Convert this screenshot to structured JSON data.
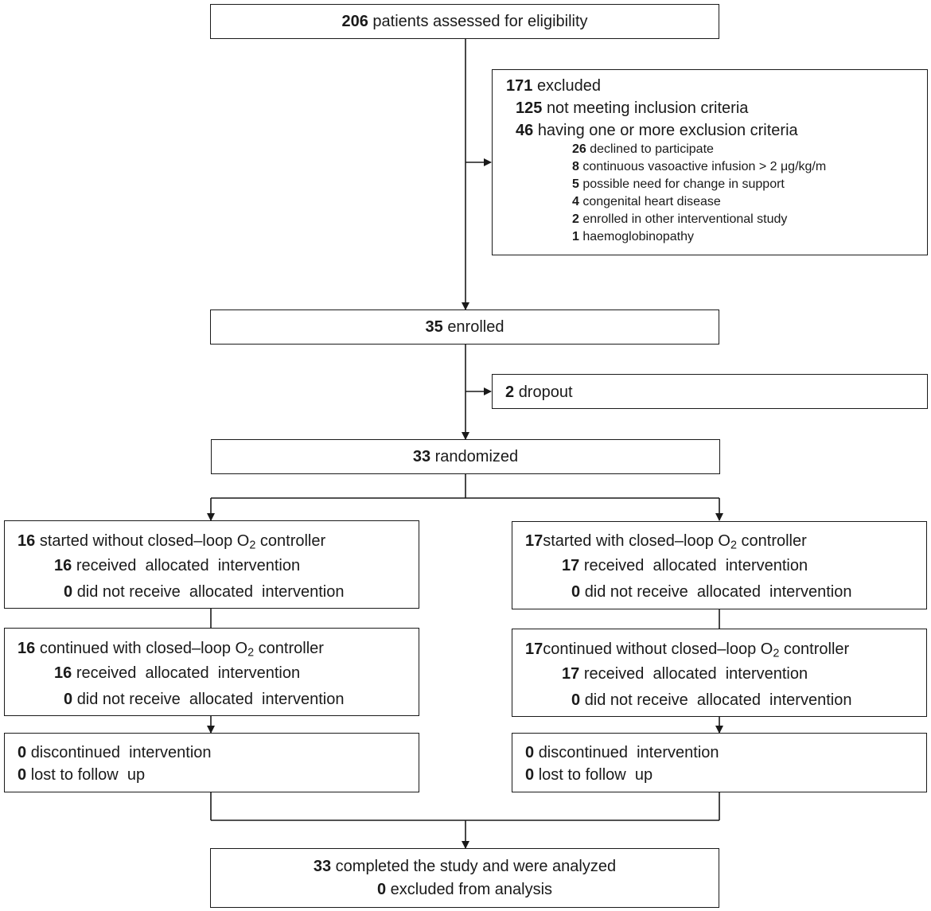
{
  "assessed": {
    "count": "206",
    "text": "patients assessed for eligibility"
  },
  "excluded": {
    "count": "171",
    "text": "excluded",
    "reasons": [
      {
        "count": "125",
        "text": "not meeting inclusion criteria"
      },
      {
        "count": "46",
        "text": "having one or more exclusion criteria"
      }
    ],
    "details": [
      {
        "count": "26",
        "text": "declined to participate"
      },
      {
        "count": "8",
        "text": "continuous vasoactive infusion > 2 μg/kg/m"
      },
      {
        "count": "5",
        "text": "possible need for change in support"
      },
      {
        "count": "4",
        "text": "congenital heart disease"
      },
      {
        "count": "2",
        "text": "enrolled in other interventional study"
      },
      {
        "count": "1",
        "text": "haemoglobinopathy"
      }
    ]
  },
  "enrolled": {
    "count": "35",
    "text": "enrolled"
  },
  "dropout": {
    "count": "2",
    "text": "dropout"
  },
  "randomized": {
    "count": "33",
    "text": "randomized"
  },
  "left_arm": {
    "period1": {
      "count": "16",
      "text_pre": "started without closed–loop O",
      "sub": "2",
      "text_post": " controller",
      "received": {
        "count": "16",
        "text": "received  allocated  intervention"
      },
      "not_received": {
        "count": "0",
        "text": "did not receive  allocated  intervention"
      }
    },
    "period2": {
      "count": "16",
      "text_pre": "continued with closed–loop O",
      "sub": "2",
      "text_post": " controller",
      "received": {
        "count": "16",
        "text": "received  allocated  intervention"
      },
      "not_received": {
        "count": "0",
        "text": "did not receive  allocated  intervention"
      }
    },
    "followup": {
      "discontinued": {
        "count": "0",
        "text": "discontinued  intervention"
      },
      "lost": {
        "count": "0",
        "text": "lost to follow  up"
      }
    }
  },
  "right_arm": {
    "period1": {
      "count": "17",
      "text_pre": "started with closed–loop O",
      "sub": "2",
      "text_post": " controller",
      "received": {
        "count": "17",
        "text": "received  allocated  intervention"
      },
      "not_received": {
        "count": "0",
        "text": "did not receive  allocated  intervention"
      }
    },
    "period2": {
      "count": "17",
      "text_pre": "continued without closed–loop O",
      "sub": "2",
      "text_post": " controller",
      "received": {
        "count": "17",
        "text": "received  allocated  intervention"
      },
      "not_received": {
        "count": "0",
        "text": "did not receive  allocated  intervention"
      }
    },
    "followup": {
      "discontinued": {
        "count": "0",
        "text": "discontinued  intervention"
      },
      "lost": {
        "count": "0",
        "text": "lost to follow  up"
      }
    }
  },
  "analyzed": {
    "count": "33",
    "text": "completed the study and were analyzed",
    "excluded_count": "0",
    "excluded_text": "excluded from analysis"
  }
}
